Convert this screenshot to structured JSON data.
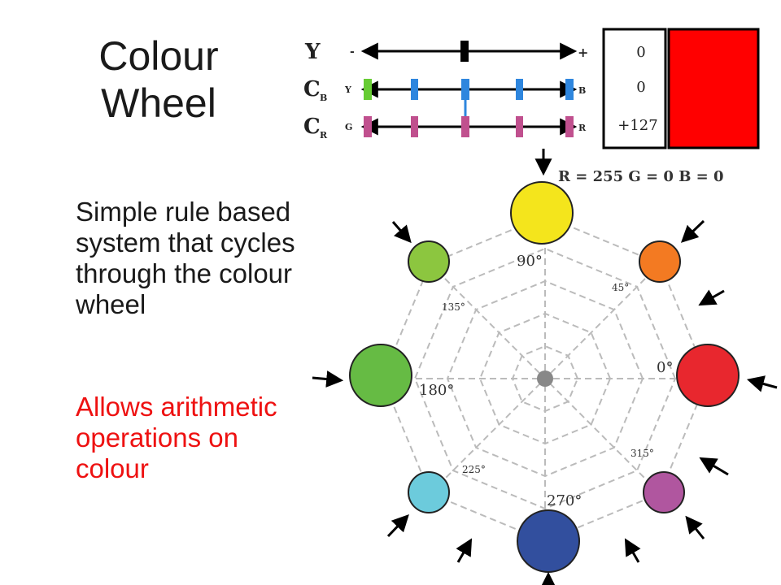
{
  "slide": {
    "title": "Colour Wheel",
    "bullets": [
      "Simple rule based system that cycles through the colour wheel",
      "Allows arithmetic operations on colour"
    ]
  },
  "sliders": {
    "y": {
      "label": "Y",
      "minus": "-",
      "plus": "+",
      "value": "0"
    },
    "cb": {
      "label": "C",
      "sub": "B",
      "left": "Y",
      "right": "B",
      "value": "0"
    },
    "cr": {
      "label": "C",
      "sub": "R",
      "left": "G",
      "right": "R",
      "value": "+127"
    }
  },
  "rgb_readout": "R = 255  G = 0  B = 0",
  "swatch_color": "#ff0000",
  "wheel": {
    "angle_labels": [
      "0°",
      "45°",
      "90°",
      "135°",
      "180°",
      "225°",
      "270°",
      "315°"
    ],
    "circle_colors": {
      "0": "#e8272e",
      "45": "#f37a22",
      "90": "#f4e51c",
      "135": "#8cc63f",
      "180": "#66bb44",
      "225": "#6ccbdc",
      "270": "#324f9e",
      "315": "#b0569f"
    },
    "center_color": "#888888",
    "grid_color": "#bbbbbb"
  }
}
